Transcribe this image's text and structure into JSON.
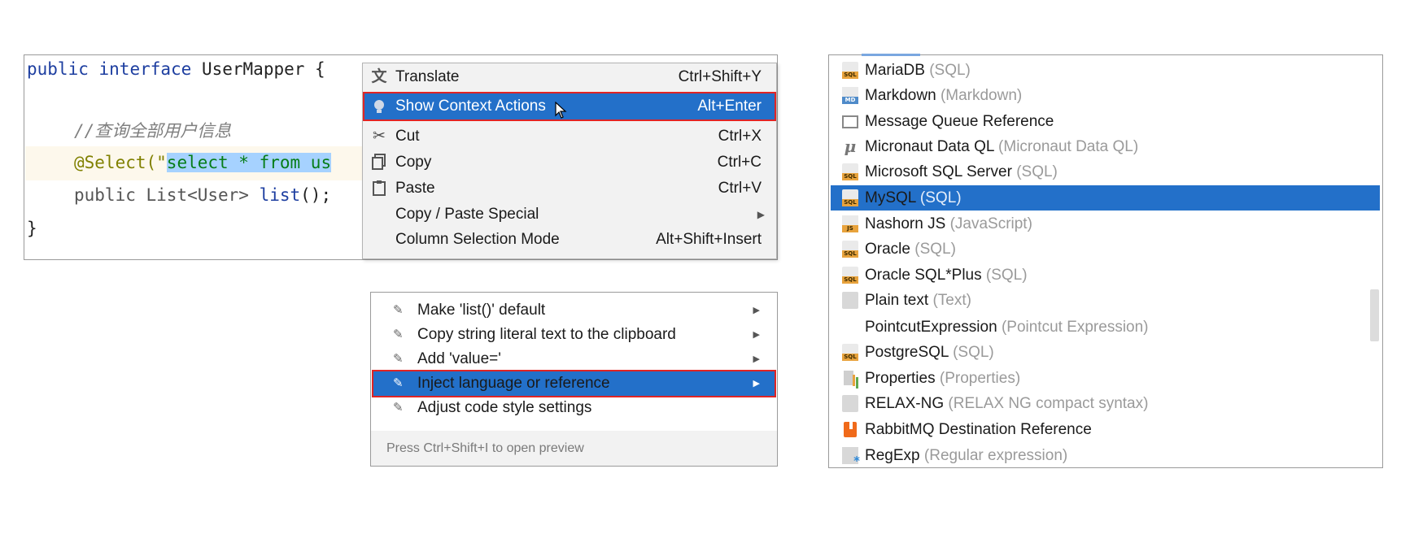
{
  "editor": {
    "line1": {
      "kw1": "public",
      "kw2": "interface",
      "name": " UserMapper {"
    },
    "line2": {
      "comment": "//查询全部用户信息"
    },
    "line3": {
      "annotation": "@Select(\"",
      "selected": "select * from us"
    },
    "line4": {
      "code1": "public List<User> ",
      "method": "list",
      "code2": "();"
    },
    "line5": {
      "brace": "}"
    }
  },
  "context_menu": {
    "items": [
      {
        "icon": "translate-icon",
        "label": "Translate",
        "shortcut": "Ctrl+Shift+Y"
      },
      {
        "icon": "lightbulb-icon",
        "label": "Show Context Actions",
        "shortcut": "Alt+Enter",
        "active": true
      },
      {
        "icon": "scissors-icon",
        "label": "Cut",
        "shortcut": "Ctrl+X"
      },
      {
        "icon": "copy-icon",
        "label": "Copy",
        "shortcut": "Ctrl+C"
      },
      {
        "icon": "clipboard-icon",
        "label": "Paste",
        "shortcut": "Ctrl+V"
      },
      {
        "icon": "",
        "label": "Copy / Paste Special",
        "shortcut": ""
      },
      {
        "icon": "",
        "label": "Column Selection Mode",
        "shortcut": "Alt+Shift+Insert"
      }
    ]
  },
  "intention_menu": {
    "items": [
      {
        "label": "Make 'list()' default",
        "submenu": true
      },
      {
        "label": "Copy string literal text to the clipboard",
        "submenu": true
      },
      {
        "label": "Add 'value='",
        "submenu": true
      },
      {
        "label": "Inject language or reference",
        "submenu": true,
        "active": true
      },
      {
        "label": "Adjust code style settings",
        "submenu": false
      }
    ],
    "footer": "Press Ctrl+Shift+I to open preview"
  },
  "language_list": {
    "items": [
      {
        "name": "MariaDB",
        "hint": "(SQL)",
        "icon": "sql-icon"
      },
      {
        "name": "Markdown",
        "hint": "(Markdown)",
        "icon": "markdown-icon"
      },
      {
        "name": "Message Queue Reference",
        "hint": "",
        "icon": "message-queue-icon"
      },
      {
        "name": "Micronaut Data QL",
        "hint": "(Micronaut Data QL)",
        "icon": "micronaut-icon"
      },
      {
        "name": "Microsoft SQL Server",
        "hint": "(SQL)",
        "icon": "sql-icon"
      },
      {
        "name": "MySQL",
        "hint": "(SQL)",
        "icon": "sql-icon",
        "active": true
      },
      {
        "name": "Nashorn JS",
        "hint": "(JavaScript)",
        "icon": "javascript-icon"
      },
      {
        "name": "Oracle",
        "hint": "(SQL)",
        "icon": "sql-icon"
      },
      {
        "name": "Oracle SQL*Plus",
        "hint": "(SQL)",
        "icon": "sql-icon"
      },
      {
        "name": "Plain text",
        "hint": "(Text)",
        "icon": "text-file-icon"
      },
      {
        "name": "PointcutExpression",
        "hint": "(Pointcut Expression)",
        "icon": ""
      },
      {
        "name": "PostgreSQL",
        "hint": "(SQL)",
        "icon": "sql-icon"
      },
      {
        "name": "Properties",
        "hint": "(Properties)",
        "icon": "properties-icon"
      },
      {
        "name": "RELAX-NG",
        "hint": "(RELAX NG compact syntax)",
        "icon": "text-file-icon"
      },
      {
        "name": "RabbitMQ Destination Reference",
        "hint": "",
        "icon": "rabbitmq-icon"
      },
      {
        "name": "RegExp",
        "hint": "(Regular expression)",
        "icon": "regexp-icon"
      }
    ]
  },
  "colors": {
    "selection": "#2370c9",
    "highlight_box": "#e02424",
    "keyword": "#1d3ea0",
    "string": "#067d17",
    "annotation": "#808000"
  }
}
